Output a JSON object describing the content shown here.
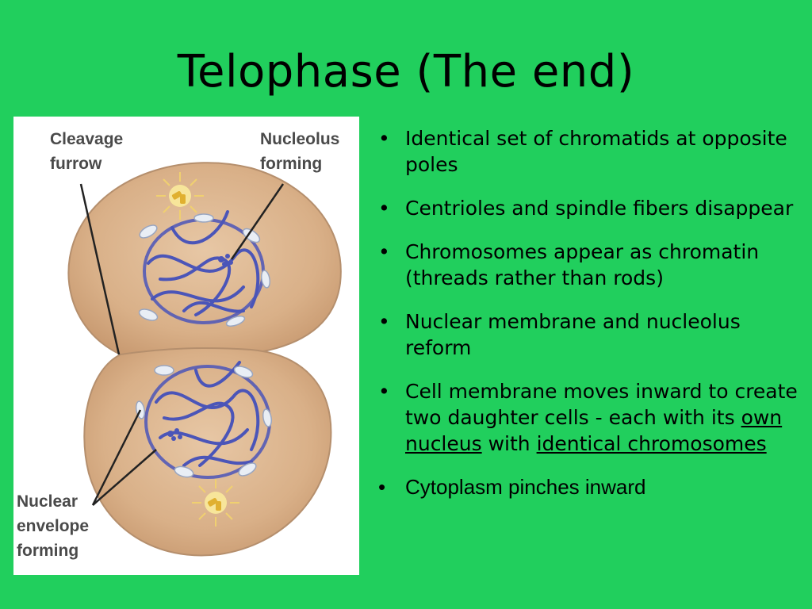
{
  "slide": {
    "title": "Telophase (The end)"
  },
  "figure": {
    "labels": {
      "cleavage_furrow": "Cleavage\nfurrow",
      "nucleolus_forming": "Nucleolus\nforming",
      "nuclear_envelope_forming": "Nuclear\nenvelope\nforming"
    },
    "colors": {
      "cell": "#dcb690",
      "cell_outline": "#b58f6d",
      "chromatin": "#4b55b8",
      "centriole": "#e8c34a",
      "label_text": "#4a4a4a"
    }
  },
  "bullets": [
    {
      "text": "Identical set of chromatids at opposite poles"
    },
    {
      "text": "Centrioles and spindle fibers disappear"
    },
    {
      "text": "Chromosomes appear as chromatin (threads rather than rods)"
    },
    {
      "text": "Nuclear membrane and nucleolus reform"
    },
    {
      "part1": "Cell membrane moves inward to create two daughter cells - each with its ",
      "link1": "own nucleus",
      "part2": " with ",
      "link2": "identical chromosomes"
    },
    {
      "text": "Cytoplasm pinches inward"
    }
  ]
}
